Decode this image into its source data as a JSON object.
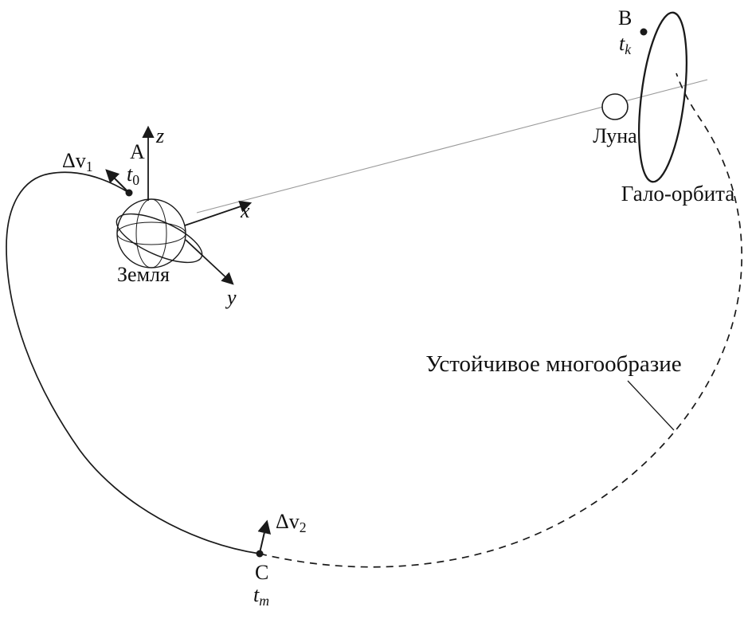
{
  "figure": {
    "background": "#ffffff",
    "stroke_color": "#1a1a1a",
    "guide_line_color": "#9a9a9a",
    "labels": {
      "earth": "Земля",
      "moon": "Луна",
      "halo_orbit": "Гало-орбита",
      "stable_manifold": "Устойчивое многообразие"
    },
    "axes": {
      "x": "x",
      "y": "y",
      "z": "z"
    },
    "points": {
      "a": {
        "name": "A",
        "time_base": "t",
        "time_sub": "0"
      },
      "b": {
        "name": "B",
        "time_base": "t",
        "time_sub": "k"
      },
      "c": {
        "name": "C",
        "time_base": "t",
        "time_sub": "m"
      }
    },
    "maneuvers": {
      "dv1": {
        "base": "Δv",
        "sub": "1"
      },
      "dv2": {
        "base": "Δv",
        "sub": "2"
      }
    }
  }
}
